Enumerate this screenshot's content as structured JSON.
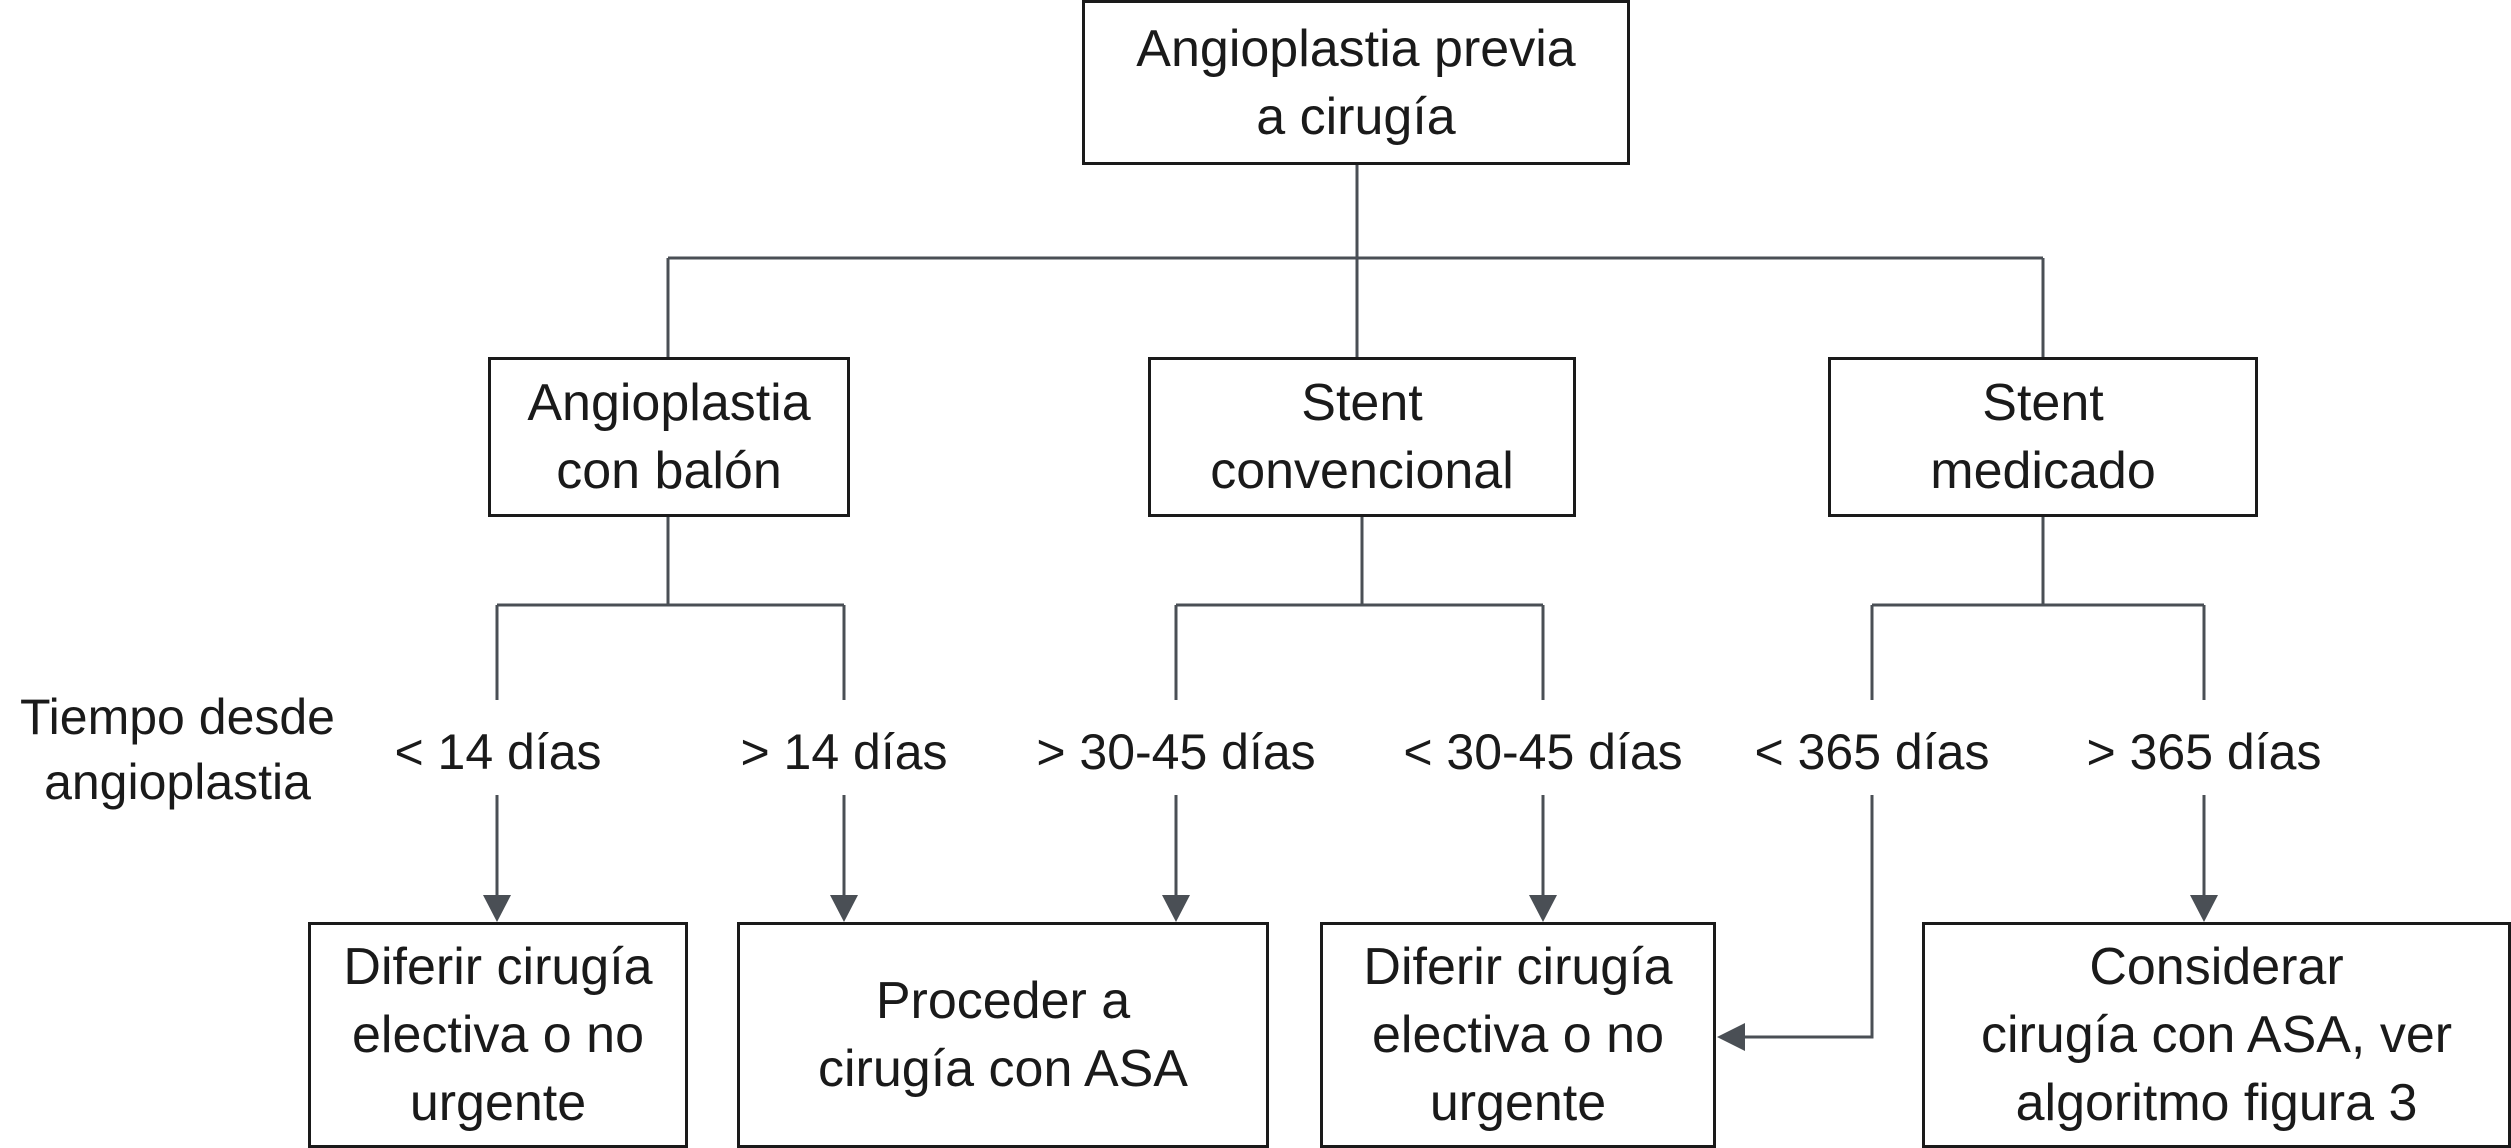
{
  "root": "Angioplastia previa\na cirugía",
  "branches": [
    {
      "label": "Angioplastia\ncon balón",
      "options": [
        {
          "condition": "< 14 días"
        },
        {
          "condition": "> 14 días"
        }
      ]
    },
    {
      "label": "Stent\nconvencional",
      "options": [
        {
          "condition": "> 30-45 días"
        },
        {
          "condition": "< 30-45 días"
        }
      ]
    },
    {
      "label": "Stent\nmedicado",
      "options": [
        {
          "condition": "< 365 días"
        },
        {
          "condition": "> 365 días"
        }
      ]
    }
  ],
  "side_label": "Tiempo desde\nangioplastia",
  "outcomes": [
    "Diferir cirugía\nelectiva o no\nurgente",
    "Proceder a\ncirugía con ASA",
    "Diferir cirugía\nelectiva o no\nurgente",
    "Considerar\ncirugía con ASA, ver\nalgoritmo figura 3"
  ],
  "colors": {
    "line": "#4a4f55",
    "border": "#1a1a1a",
    "text": "#1a1a1a"
  }
}
